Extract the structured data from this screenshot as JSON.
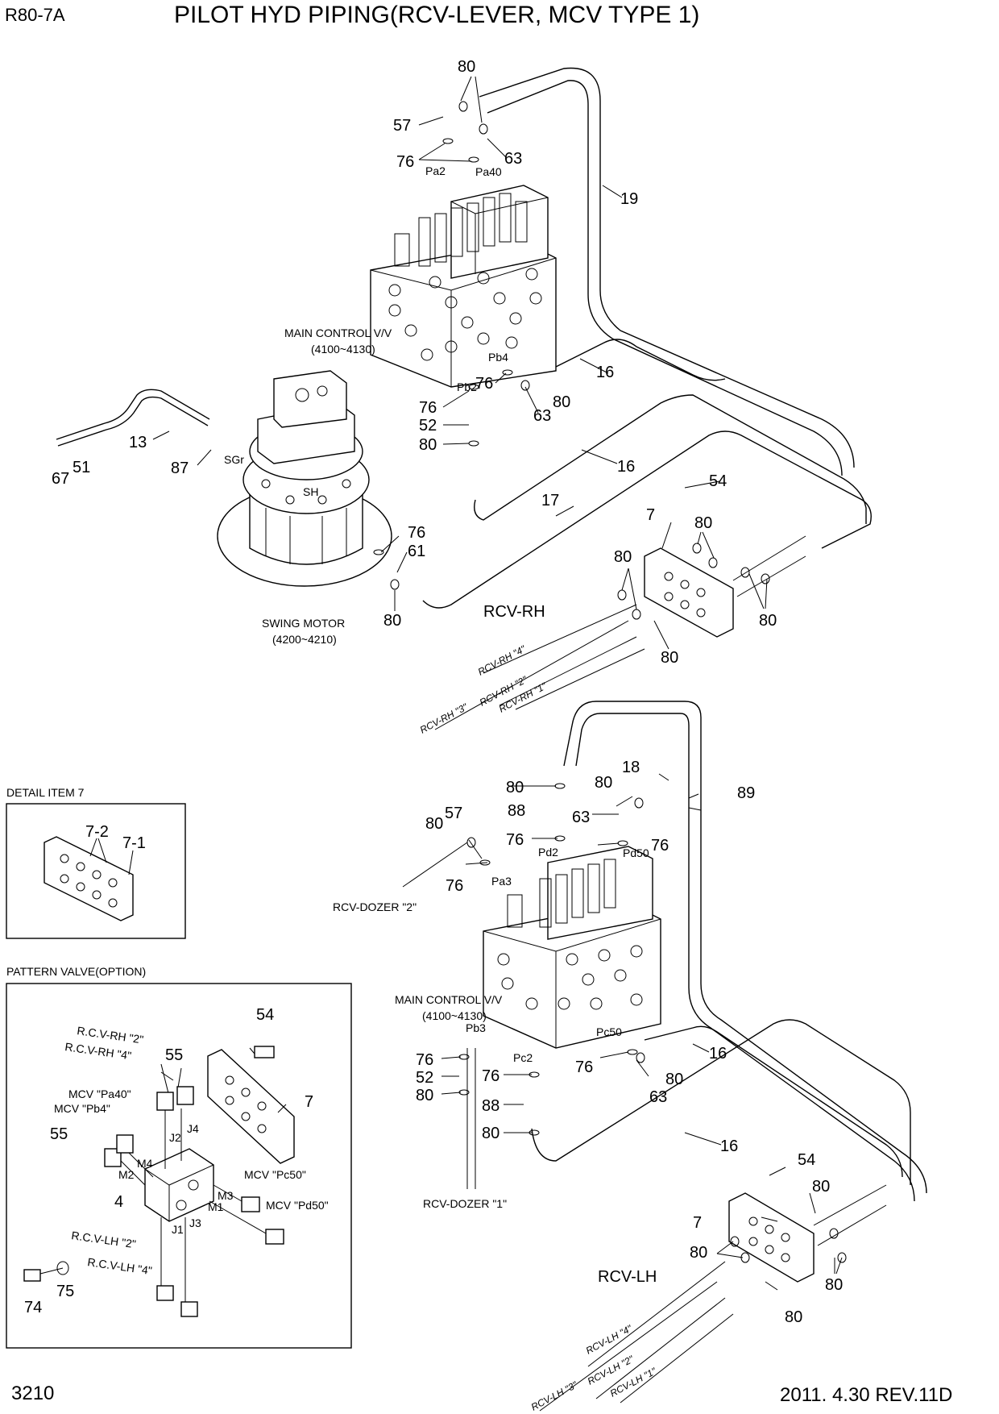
{
  "header": {
    "model": "R80-7A",
    "title": "PILOT HYD PIPING(RCV-LEVER, MCV TYPE 1)",
    "page_number": "3210",
    "revision": "2011. 4.30 REV.11D"
  },
  "components": {
    "mcv_top": "MAIN CONTROL V/V",
    "mcv_top_range": "(4100~4130)",
    "swing_motor": "SWING MOTOR",
    "swing_motor_range": "(4200~4210)",
    "rcv_rh": "RCV-RH",
    "rcv_lh": "RCV-LH",
    "mcv_bottom": "MAIN CONTROL V/V",
    "mcv_bottom_range": "(4100~4130)"
  },
  "insets": {
    "detail_title": "DETAIL ITEM 7",
    "pattern_title": "PATTERN VALVE(OPTION)"
  },
  "ports": {
    "pa2": "Pa2",
    "pa40": "Pa40",
    "pb2": "Pb2",
    "pb4": "Pb4",
    "sgr": "SGr",
    "sh": "SH",
    "pd2": "Pd2",
    "pd50": "Pd50",
    "pa3": "Pa3",
    "pb3": "Pb3",
    "pc2": "Pc2",
    "pc50": "Pc50"
  },
  "hose_labels": {
    "rh4": "RCV-RH \"4\"",
    "rh3": "RCV-RH \"3\"",
    "rh2": "RCV-RH \"2\"",
    "rh1": "RCV-RH \"1\"",
    "lh4": "RCV-LH \"4\"",
    "lh3": "RCV-LH \"3\"",
    "lh2": "RCV-LH \"2\"",
    "lh1": "RCV-LH \"1\"",
    "dozer2": "RCV-DOZER \"2\"",
    "dozer1": "RCV-DOZER \"1\""
  },
  "pattern_labels": {
    "r_rh2": "R.C.V-RH \"2\"",
    "r_rh4": "R.C.V-RH \"4\"",
    "mcv_pa40": "MCV \"Pa40\"",
    "mcv_pb4": "MCV \"Pb4\"",
    "mcv_pc50": "MCV \"Pc50\"",
    "mcv_pd50": "MCV \"Pd50\"",
    "r_lh2": "R.C.V-LH \"2\"",
    "r_lh4": "R.C.V-LH \"4\"",
    "m1": "M1",
    "m2": "M2",
    "m3": "M3",
    "m4": "M4",
    "j1": "J1",
    "j2": "J2",
    "j3": "J3",
    "j4": "J4"
  },
  "callouts": {
    "n80": "80",
    "n57": "57",
    "n76": "76",
    "n63": "63",
    "n19": "19",
    "n16": "16",
    "n52": "52",
    "n13": "13",
    "n51": "51",
    "n67": "67",
    "n87": "87",
    "n17": "17",
    "n54": "54",
    "n7": "7",
    "n61": "61",
    "n18": "18",
    "n89": "89",
    "n88": "88",
    "n55": "55",
    "n4": "4",
    "n74": "74",
    "n75": "75",
    "n7_2": "7-2",
    "n7_1": "7-1"
  }
}
